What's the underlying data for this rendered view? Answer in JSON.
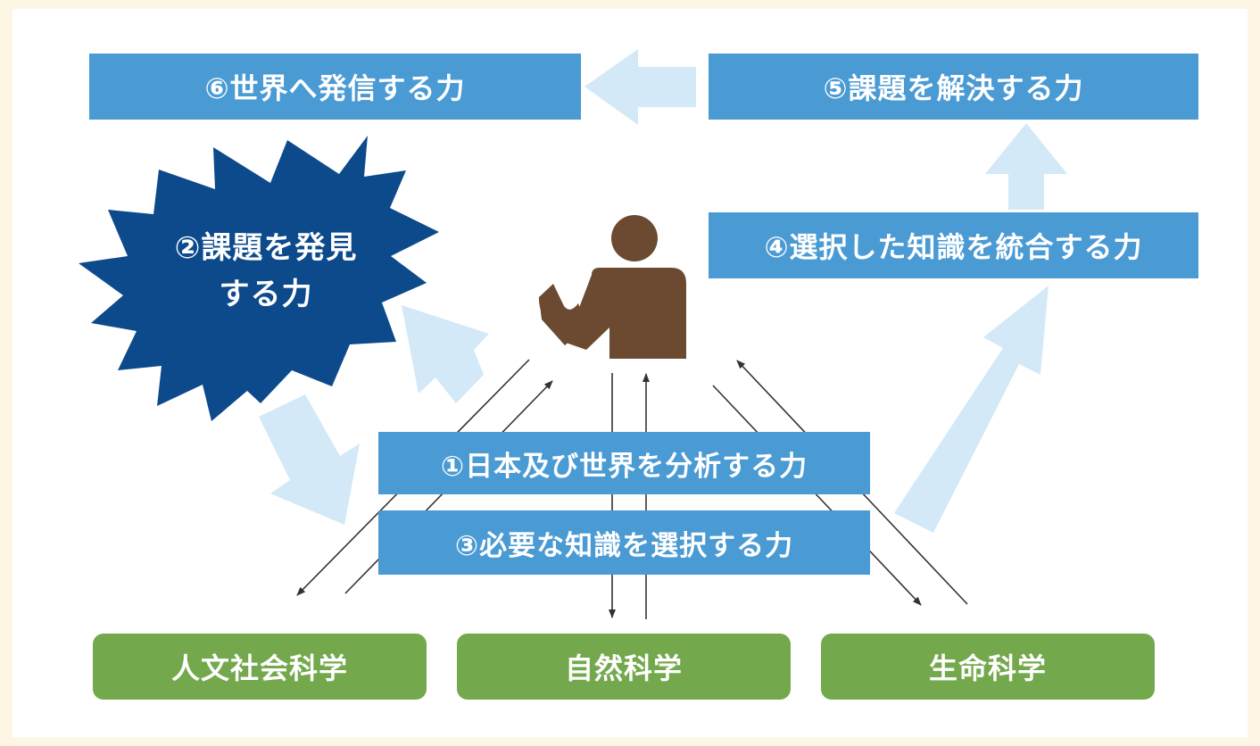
{
  "boxes": {
    "communicate": "⑥世界へ発信する力",
    "solve": "⑤課題を解決する力",
    "integrate": "④選択した知識を統合する力",
    "analyze": "①日本及び世界を分析する力",
    "select": "③必要な知識を選択する力"
  },
  "discover": {
    "line1": "②課題を発見",
    "line2": "する力"
  },
  "fields": {
    "humanities": "人文社会科学",
    "natural": "自然科学",
    "life": "生命科学"
  },
  "colors": {
    "background": "#fdf6e4",
    "box_blue": "#4a9ad4",
    "burst_navy": "#0d4a8c",
    "field_green": "#74a84c",
    "arrow_light": "#d3e9f7",
    "person_brown": "#6b4a31",
    "connector": "#333333"
  }
}
